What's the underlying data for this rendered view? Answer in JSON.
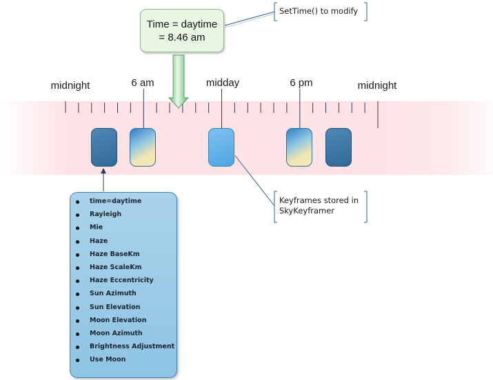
{
  "time_box": {
    "line1": "Time = daytime",
    "line2": "= 8.46 am"
  },
  "callout_settime": "SetTime() to modify",
  "callout_keyframes": {
    "line1": "Keyframes stored in",
    "line2": "SkyKeyframer"
  },
  "timeline": {
    "labels": [
      "midnight",
      "6 am",
      "midday",
      "6 pm",
      "midnight"
    ],
    "current_time_label": "8.46 am"
  },
  "keyframes": [
    {
      "style": "night"
    },
    {
      "style": "dawn"
    },
    {
      "style": "day"
    },
    {
      "style": "dawn"
    },
    {
      "style": "night"
    }
  ],
  "parameters": [
    "time=daytime",
    "Rayleigh",
    "Mie",
    "Haze",
    "Haze BaseKm",
    "Haze ScaleKm",
    "Haze Eccentricity",
    "Sun Azimuth",
    "Sun Elevation",
    "Moon Elevation",
    "Moon Azimuth",
    "Brightness Adjustment",
    "Use Moon"
  ],
  "colors": {
    "band": "#fde3e6",
    "time_box_fill": "#eaf6e4",
    "arrow_green": "#7cc98a",
    "param_box_fill": "#9fcde8",
    "callout_line": "#2f5f8f"
  }
}
